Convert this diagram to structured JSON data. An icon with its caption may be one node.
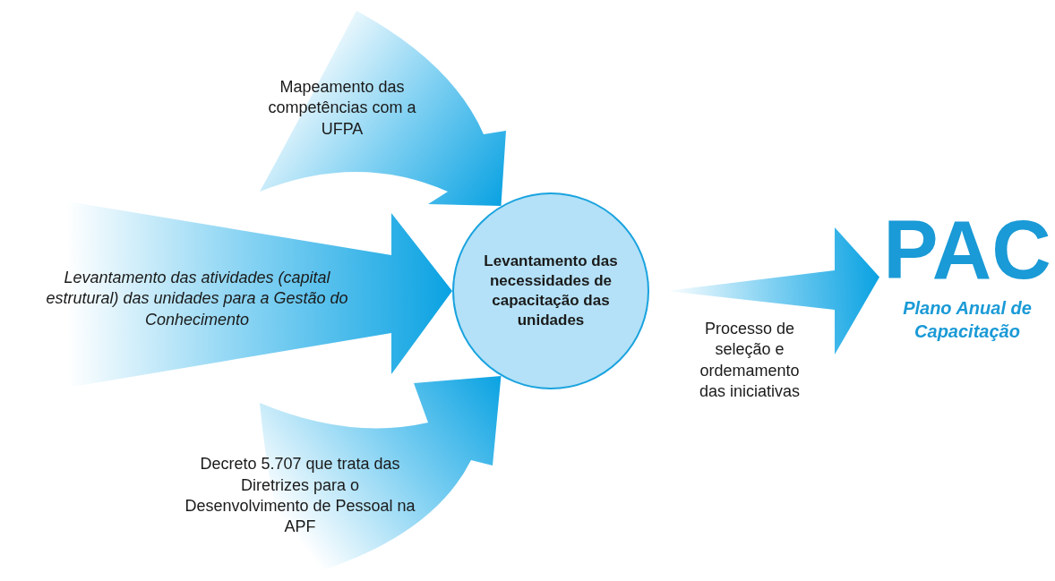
{
  "diagram": {
    "nodes": [
      {
        "text": [
          "Mapeamento das competências com a UFPA"
        ]
      },
      {
        "text": [
          "Levantamento das atividades (capital estrutural) das unidades para a Gestão do Conhecimento"
        ]
      },
      {
        "text": [
          "Decreto 5.707 que trata das Diretrizes para o Desenvolvimento de Pessoal na APF"
        ]
      },
      {
        "text": [
          "Levantamento das necessidades de capacitação das unidades"
        ]
      },
      {
        "text": [
          "PAC",
          "Plano Anual de Capacitação"
        ]
      }
    ],
    "edges": [
      {
        "from": 0,
        "to": 3,
        "arrow": "to"
      },
      {
        "from": 1,
        "to": 3,
        "arrow": "to"
      },
      {
        "from": 2,
        "to": 3,
        "arrow": "to"
      },
      {
        "from": 3,
        "to": 4,
        "arrow": "to",
        "label": "Processo de seleção e ordemamento das iniciativas"
      }
    ]
  }
}
